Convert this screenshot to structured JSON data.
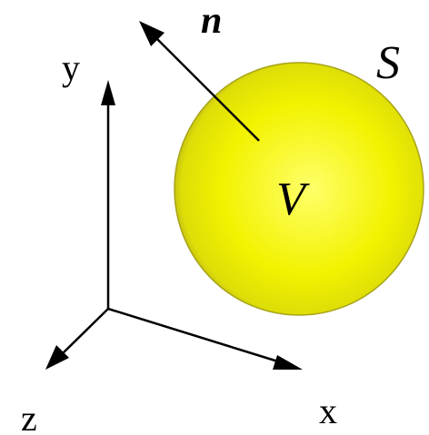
{
  "labels": {
    "y_axis": "y",
    "x_axis": "x",
    "z_axis": "z",
    "normal_vector": "n",
    "surface": "S",
    "volume": "V"
  },
  "colors": {
    "sphere_fill": "#f2f200",
    "sphere_highlight": "#ffff6a",
    "sphere_shadow": "#b0ad18",
    "axis_stroke": "#000000",
    "background": "#ffffff"
  },
  "icons": {
    "sphere": "sphere-icon",
    "normal_arrow": "arrow-icon"
  }
}
